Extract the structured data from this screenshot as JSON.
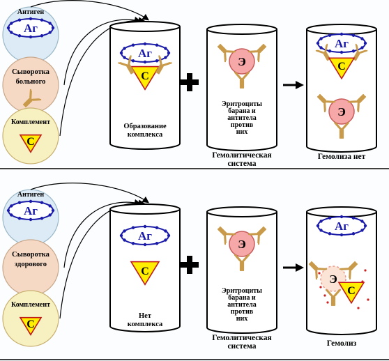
{
  "panels": [
    {
      "id": "patient",
      "left": {
        "antigen_label": "Антиген",
        "antigen_symbol": "Аг",
        "serum_label_1": "Сыворотка",
        "serum_label_2": "больного",
        "complement_label": "Комплемент",
        "complement_symbol": "С"
      },
      "cyl1": {
        "symbol_ag": "Аг",
        "symbol_c": "С",
        "caption_1": "Образование",
        "caption_2": "комплекса"
      },
      "cyl2": {
        "symbol": "Э",
        "text_1": "Эритроциты",
        "text_2": "барана и",
        "text_3": "антитела",
        "text_4": "против",
        "text_5": "них",
        "caption_1": "Гемолитическая",
        "caption_2": "система"
      },
      "cyl3": {
        "symbol_ag": "Аг",
        "symbol_c": "С",
        "symbol_e": "Э",
        "caption": "Гемолиза нет"
      }
    },
    {
      "id": "healthy",
      "left": {
        "antigen_label": "Антиген",
        "antigen_symbol": "Аг",
        "serum_label_1": "Сыворотка",
        "serum_label_2": "здорового",
        "complement_label": "Комплемент",
        "complement_symbol": "С"
      },
      "cyl1": {
        "symbol_ag": "Аг",
        "symbol_c": "С",
        "caption_1": "Нет",
        "caption_2": "комплекса"
      },
      "cyl2": {
        "symbol": "Э",
        "text_1": "Эритроциты",
        "text_2": "барана и",
        "text_3": "антитела",
        "text_4": "против",
        "text_5": "них",
        "caption_1": "Гемолитическая",
        "caption_2": "система"
      },
      "cyl3": {
        "symbol_ag": "Аг",
        "symbol_c": "С",
        "symbol_e": "Э",
        "caption": "Гемолиз"
      }
    }
  ],
  "colors": {
    "antigen_fill": "#dcebf5",
    "serum_fill": "#f5d9c4",
    "complement_fill": "#f7f0c0",
    "ag_text": "#1a1aa8",
    "triangle_fill": "#ffee00",
    "triangle_stroke": "#c01818",
    "erythrocyte_fill": "#f6a7a7",
    "antibody_color": "#c89a4a",
    "divider": "#000000"
  }
}
